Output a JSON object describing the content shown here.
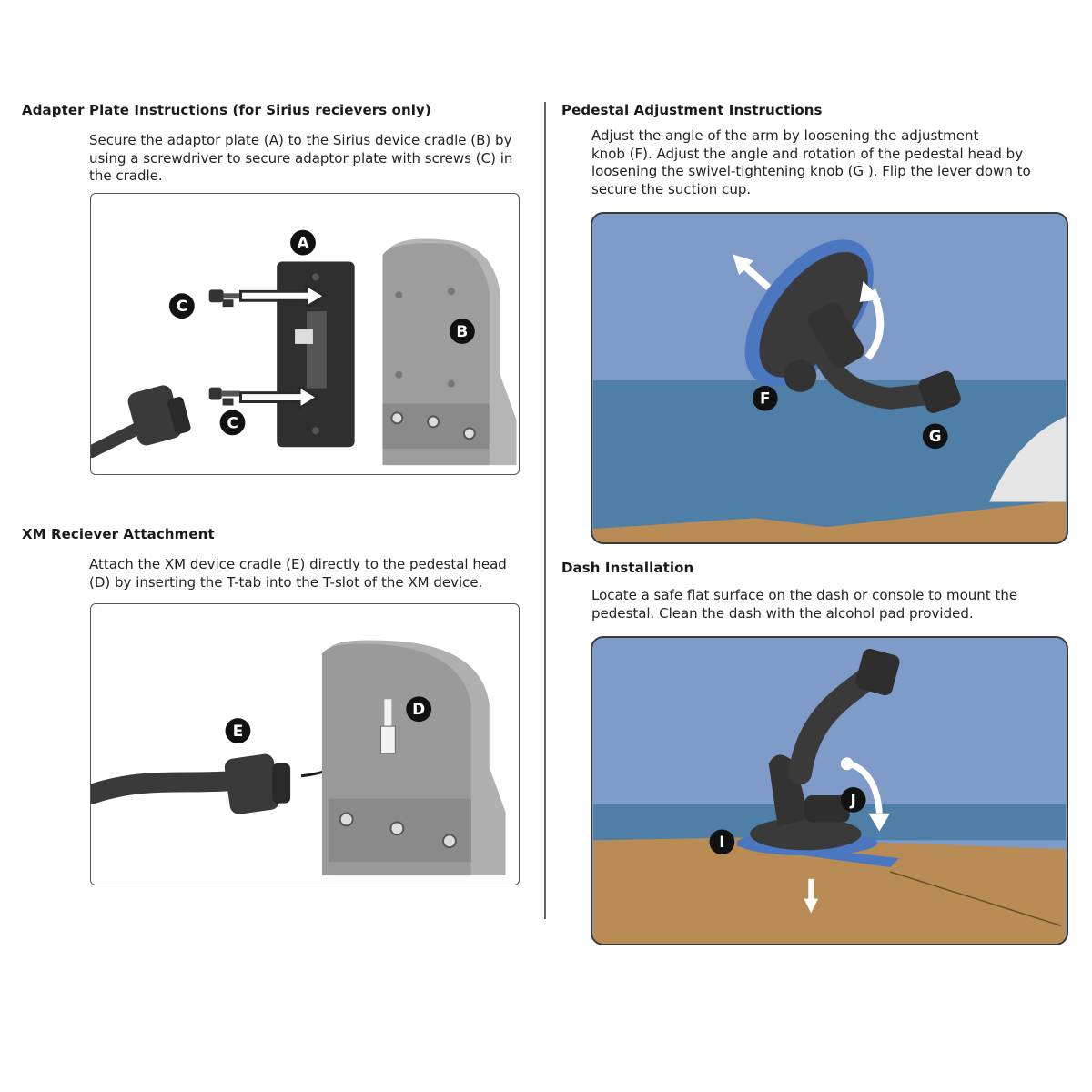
{
  "adapter": {
    "heading": "Adapter Plate Instructions (for Sirius recievers only)",
    "text_lines": [
      "Secure the adaptor plate (A) to the Sirius device cradle (B) by",
      "using a screwdriver to secure adaptor plate with screws (C) in",
      "the cradle."
    ],
    "labels": {
      "a": "A",
      "b": "B",
      "c1": "C",
      "c2": "C"
    }
  },
  "xm": {
    "heading": "XM Reciever Attachment",
    "text_lines": [
      "Attach the XM device cradle (E) directly to the pedestal head",
      "(D) by inserting the T-tab into the T-slot of the XM device."
    ],
    "labels": {
      "d": "D",
      "e": "E"
    }
  },
  "pedestal": {
    "heading": "Pedestal Adjustment Instructions",
    "text_lines": [
      "Adjust the angle of the arm by loosening the adjustment",
      "knob (F). Adjust the angle and rotation of the pedestal head by",
      "loosening the swivel-tightening knob (G ). Flip the lever down to",
      "secure the suction cup."
    ],
    "labels": {
      "f": "F",
      "g": "G"
    }
  },
  "dash": {
    "heading": "Dash Installation",
    "text_lines": [
      "Locate a safe flat surface on the dash or console to mount the",
      "pedestal. Clean the dash with the alcohol pad provided."
    ],
    "labels": {
      "i": "I",
      "j": "J"
    }
  },
  "colors": {
    "sky": "#7f9cc9",
    "sea": "#4f7fa6",
    "dash": "#b98c55",
    "suction_ring": "#4b76c0",
    "hardware": "#3a3a3a",
    "cradle": "#a9a9a9"
  }
}
